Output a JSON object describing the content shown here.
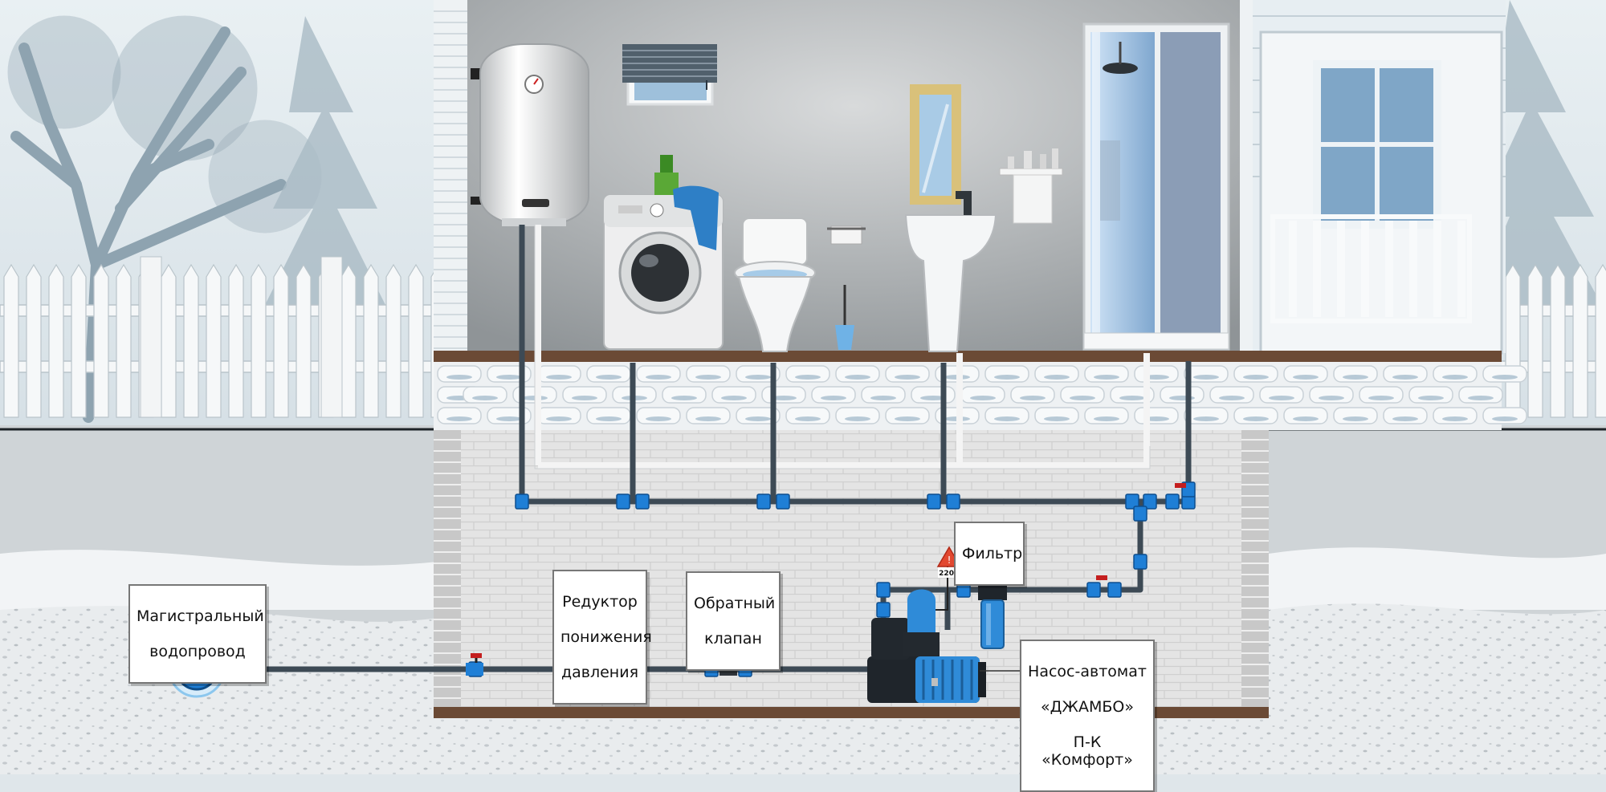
{
  "labels": {
    "main_supply": [
      "Магистральный",
      "водопровод"
    ],
    "pressure_reducer": [
      "Редуктор",
      "понижения",
      "давления"
    ],
    "check_valve": [
      "Обратный",
      "клапан"
    ],
    "filter": [
      "Фильтр"
    ],
    "pump": [
      "Насос-автомат",
      "«ДЖАМБО»",
      "П-К «Комфорт»"
    ],
    "voltage_sign": "220В"
  },
  "colors": {
    "pipe": "#3d4a55",
    "fitting": "#1f7fd6",
    "drain_pipe": "#f4f4f4",
    "floor_wood": "#6b4a35",
    "sky": "#e6eef2",
    "ground": "#c9ced2",
    "snow": "#f1f4f6",
    "wall_interior": "#9aa0a4",
    "brick": "#d8d8d8"
  },
  "icons": [
    "water-heater-icon",
    "washing-machine-icon",
    "toilet-icon",
    "sink-icon",
    "shower-cabin-icon",
    "window-icon",
    "mirror-icon",
    "pump-icon",
    "filter-icon",
    "valve-icon",
    "warning-sign-icon",
    "tree-icon",
    "fence-icon"
  ]
}
